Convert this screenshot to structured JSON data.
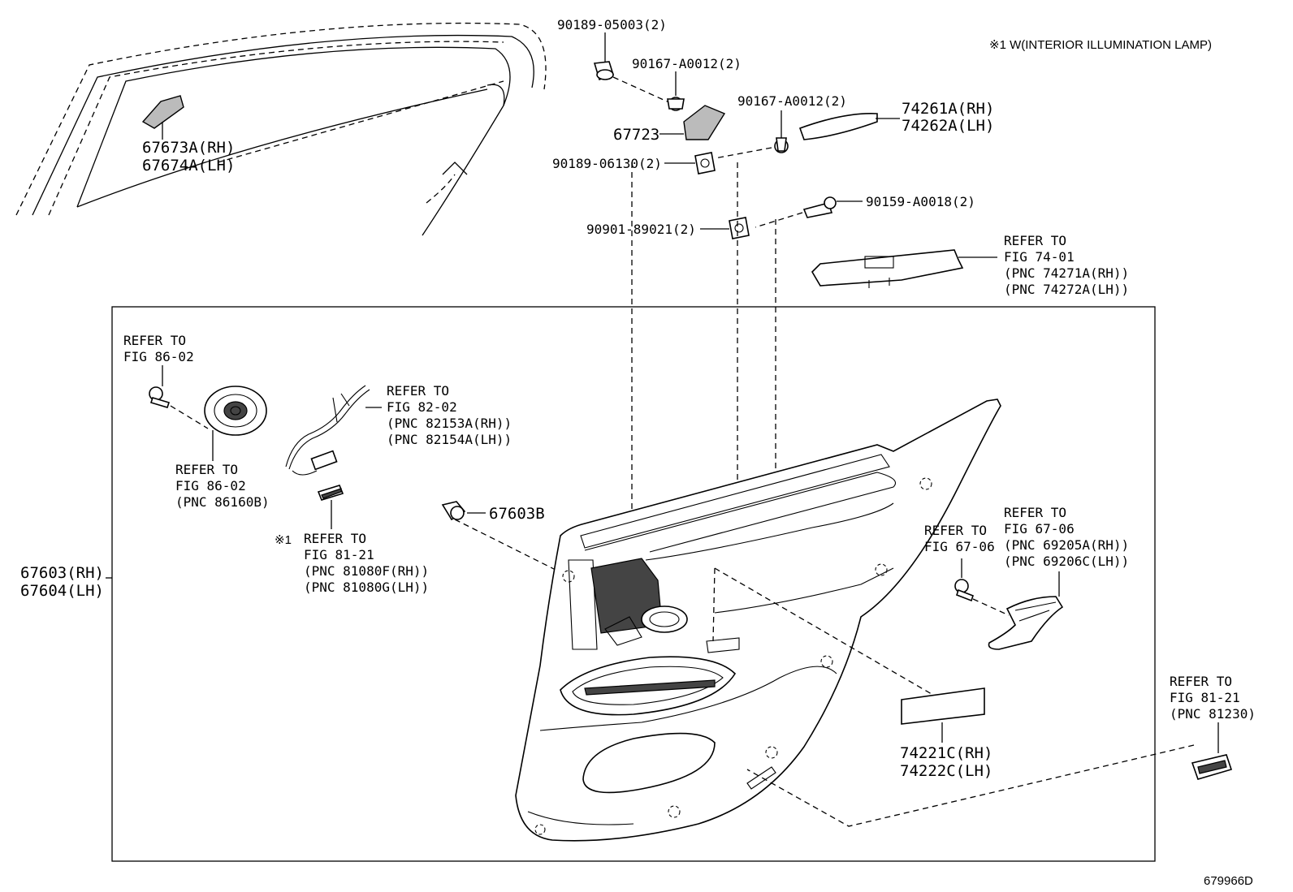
{
  "note": "※1 W(INTERIOR ILLUMINATION LAMP)",
  "figure_code": "679966D",
  "labels": {
    "l1": "90189-05003(2)",
    "l2": "90167-A0012(2)",
    "l3": "67723",
    "l4": "90167-A0012(2)",
    "l5a": "74261A(RH)",
    "l5b": "74262A(LH)",
    "l6": "90189-06130(2)",
    "l7": "90159-A0018(2)",
    "l8": "90901-89021(2)",
    "l9a": "67673A(RH)",
    "l9b": "67674A(LH)",
    "ref_7401": [
      "REFER TO",
      "FIG 74-01",
      "(PNC 74271A(RH))",
      "(PNC 74272A(LH))"
    ],
    "ref_8602a": [
      "REFER TO",
      "FIG 86-02"
    ],
    "ref_8202": [
      "REFER TO",
      "FIG 82-02",
      "(PNC 82153A(RH))",
      "(PNC 82154A(LH))"
    ],
    "ref_8602b": [
      "REFER TO",
      "FIG 86-02",
      "(PNC 86160B)"
    ],
    "l_67603b": "67603B",
    "ref_8121a_mark": "※1",
    "ref_8121a": [
      "REFER TO",
      "FIG 81-21",
      "(PNC 81080F(RH))",
      "(PNC 81080G(LH))"
    ],
    "l_main_a": "67603(RH)",
    "l_main_b": "67604(LH)",
    "ref_6706a": [
      "REFER TO",
      "FIG 67-06"
    ],
    "ref_6706b": [
      "REFER TO",
      "FIG 67-06",
      "(PNC 69205A(RH))",
      "(PNC 69206C(LH))"
    ],
    "ref_8121b": [
      "REFER TO",
      "FIG 81-21",
      "(PNC 81230)"
    ],
    "l_74221a": "74221C(RH)",
    "l_74221b": "74222C(LH)"
  }
}
